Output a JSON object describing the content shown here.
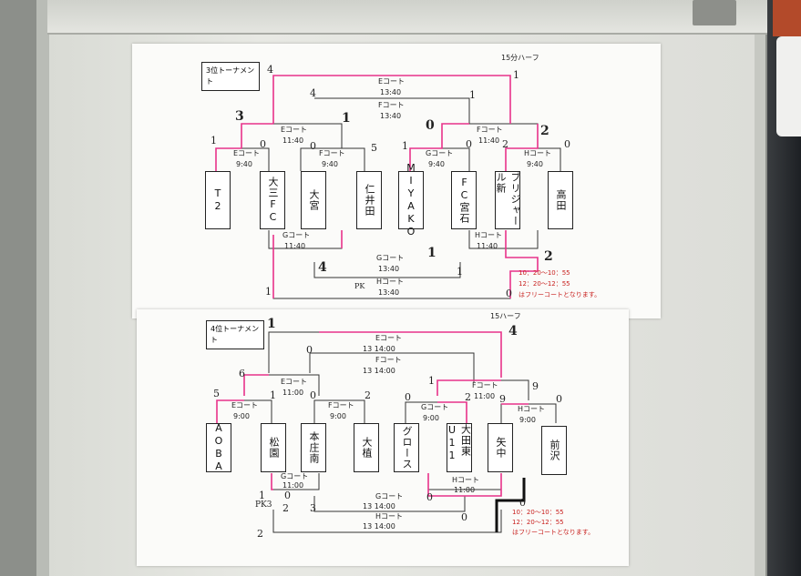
{
  "bracket3": {
    "title": "3位トーナメント",
    "half": "15分ハーフ",
    "rounds": {
      "final_court": "Eコート",
      "final_time": "13:40",
      "sf1_court": "Fコート",
      "sf1_time": "13:40",
      "qf_left_court": "Eコート",
      "qf_left_time": "11:40",
      "qf_right_court": "Fコート",
      "qf_right_time": "11:40",
      "r1_a_court": "Eコート",
      "r1_a_time": "9:40",
      "r1_b_court": "Fコート",
      "r1_b_time": "9:40",
      "r1_c_court": "Gコート",
      "r1_c_time": "9:40",
      "r1_d_court": "Hコート",
      "r1_d_time": "9:40",
      "bottom_g_court": "Gコート",
      "bottom_g_time": "11:40",
      "bottom_h_court": "Hコート",
      "bottom_h_time": "11:40",
      "bottom_g2_court": "Gコート",
      "bottom_g2_time": "13:40",
      "bottom_h2_court": "Hコート",
      "bottom_h2_time": "13:40"
    },
    "teams": [
      "T2",
      "大三FC",
      "大宮",
      "仁井田",
      "MIYAKO",
      "FC宮石",
      "ブリジャール新",
      "高田"
    ],
    "scores": [
      "4",
      "1",
      "4",
      "1",
      "3",
      "1",
      "0",
      "2",
      "1",
      "0",
      "0",
      "5",
      "1",
      "0",
      "2",
      "0",
      "4",
      "1",
      "1",
      "1",
      "0",
      "2"
    ],
    "pk": "PK",
    "notes": [
      "10：20～10：55",
      "12：20～12：55",
      "はフリーコートとなります。"
    ]
  },
  "bracket4": {
    "title": "4位トーナメント",
    "half": "15ハーフ",
    "rounds": {
      "final_court": "Eコート",
      "final_time": "13 14:00",
      "sf_court": "Fコート",
      "sf_time": "13 14:00",
      "qf_left_court": "Eコート",
      "qf_left_time": "11:00",
      "qf_right_court": "Fコート",
      "qf_right_time": "11:00",
      "r1_a_court": "Eコート",
      "r1_a_time": "9:00",
      "r1_b_court": "Fコート",
      "r1_b_time": "9:00",
      "r1_c_court": "Gコート",
      "r1_c_time": "9:00",
      "r1_d_court": "Hコート",
      "r1_d_time": "9:00",
      "bottom_g_court": "Gコート",
      "bottom_g_time": "11:00",
      "bottom_h_court": "Hコート",
      "bottom_h_time": "11:00",
      "bottom_g2_court": "Gコート",
      "bottom_g2_time": "13 14:00",
      "bottom_h2_court": "Hコート",
      "bottom_h2_time": "13 14:00"
    },
    "teams": [
      "AOBA",
      "松園",
      "本庄南",
      "大植",
      "グロース",
      "大田東U11",
      "矢中",
      "前沢"
    ],
    "scores": [
      "1",
      "0",
      "4",
      "6",
      "1",
      "5",
      "2",
      "0",
      "1",
      "0",
      "2",
      "0",
      "9",
      "9",
      "1",
      "0",
      "0",
      "2",
      "3",
      "0",
      "2",
      "0"
    ],
    "pk": "PK3",
    "notes": [
      "10：20～10：55",
      "12：20～12：55",
      "はフリーコートとなります。"
    ]
  }
}
